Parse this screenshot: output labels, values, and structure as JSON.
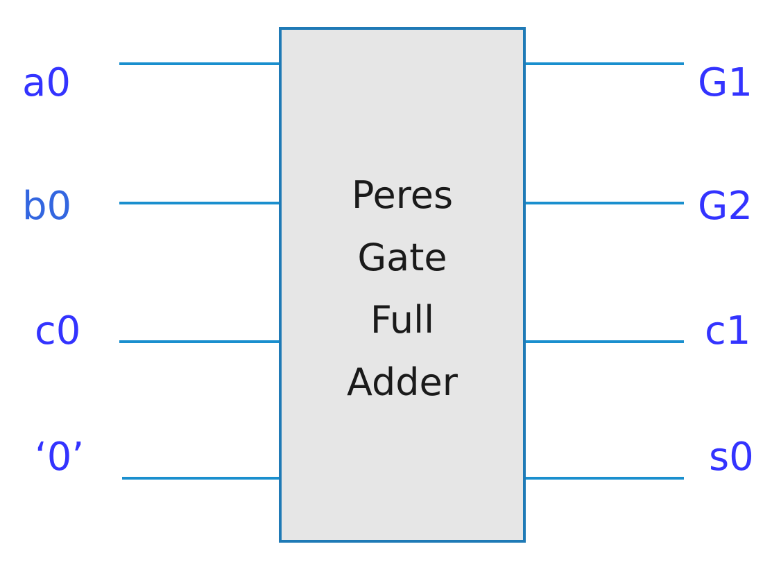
{
  "diagram": {
    "gate": {
      "title_lines": [
        "Peres",
        "Gate",
        "Full",
        "Adder"
      ]
    },
    "inputs": [
      {
        "label": "a0"
      },
      {
        "label": "b0"
      },
      {
        "label": "c0"
      },
      {
        "label": "‘0’"
      }
    ],
    "outputs": [
      {
        "label": "G1"
      },
      {
        "label": "G2"
      },
      {
        "label": "c1"
      },
      {
        "label": "s0"
      }
    ],
    "colors": {
      "wire": "#1a8fce",
      "box_border": "#1f7ab6",
      "box_fill": "#e6e6e6",
      "label": "#3333ff",
      "title": "#1a1a1a"
    }
  }
}
